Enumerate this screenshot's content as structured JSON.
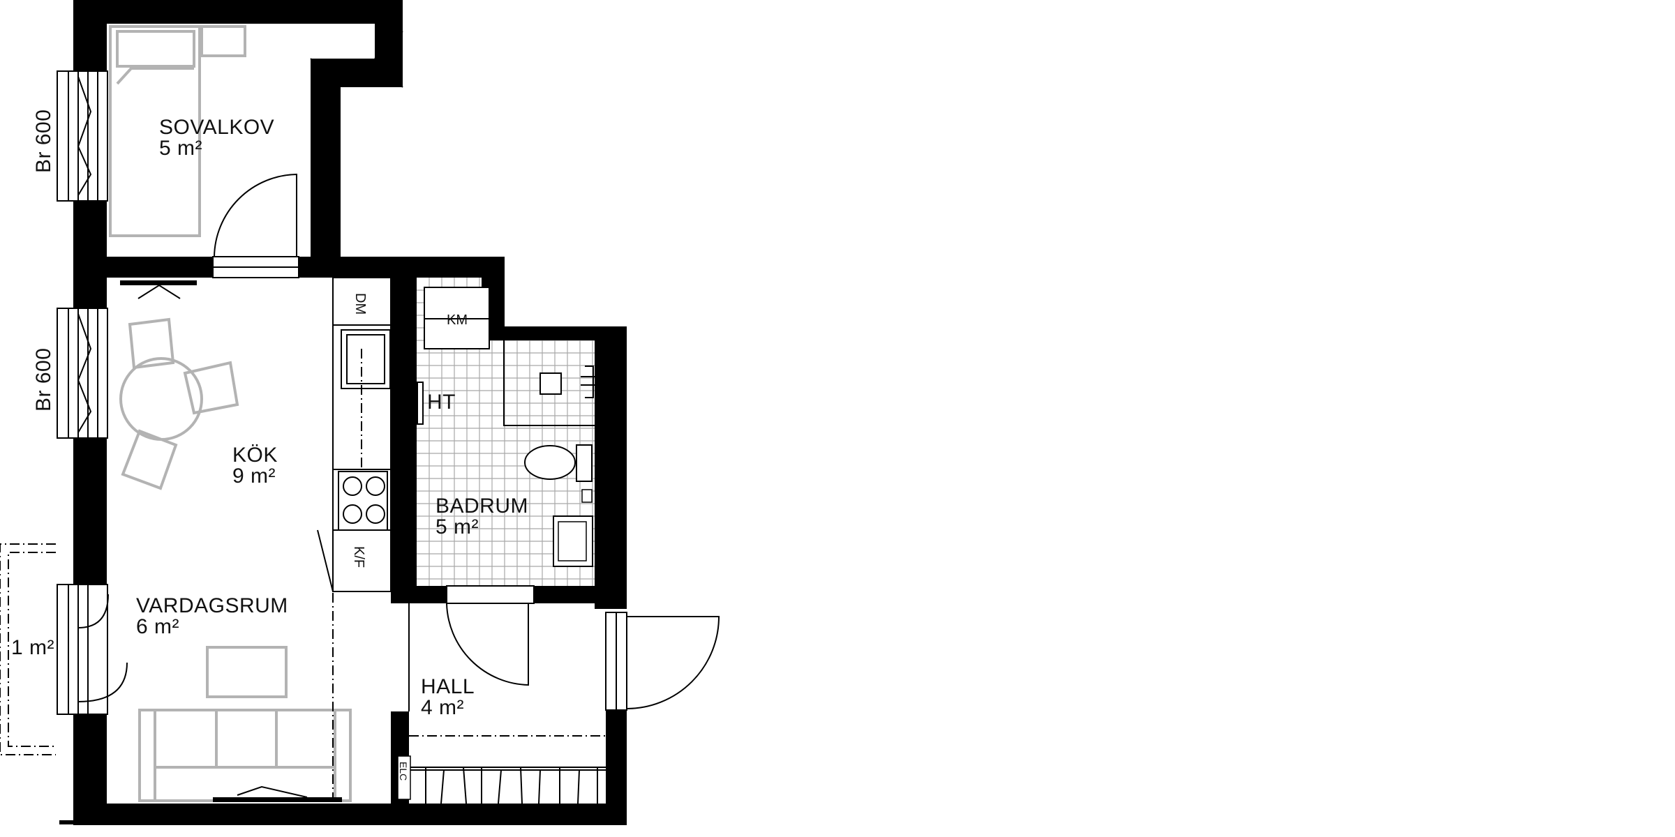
{
  "rooms": {
    "sovalkov": {
      "name": "SOVALKOV",
      "area": "5 m²"
    },
    "kok": {
      "name": "KÖK",
      "area": "9 m²"
    },
    "vardagsrum": {
      "name": "VARDAGSRUM",
      "area": "6 m²"
    },
    "badrum": {
      "name": "BADRUM",
      "area": "5 m²"
    },
    "hall": {
      "name": "HALL",
      "area": "4 m²"
    },
    "balcony": {
      "area": "1 m²"
    }
  },
  "fixtures": {
    "dishwasher": "DM",
    "fridge_freezer": "K/F",
    "washing_machine": "KM",
    "heated_towel_rail": "HT",
    "hall_cabinet": "ELC"
  },
  "window_labels": {
    "upper": "Br 600",
    "lower": "Br 600"
  },
  "colors": {
    "wall": "#000000",
    "furniture": "#b3b3b3",
    "background": "#ffffff"
  }
}
